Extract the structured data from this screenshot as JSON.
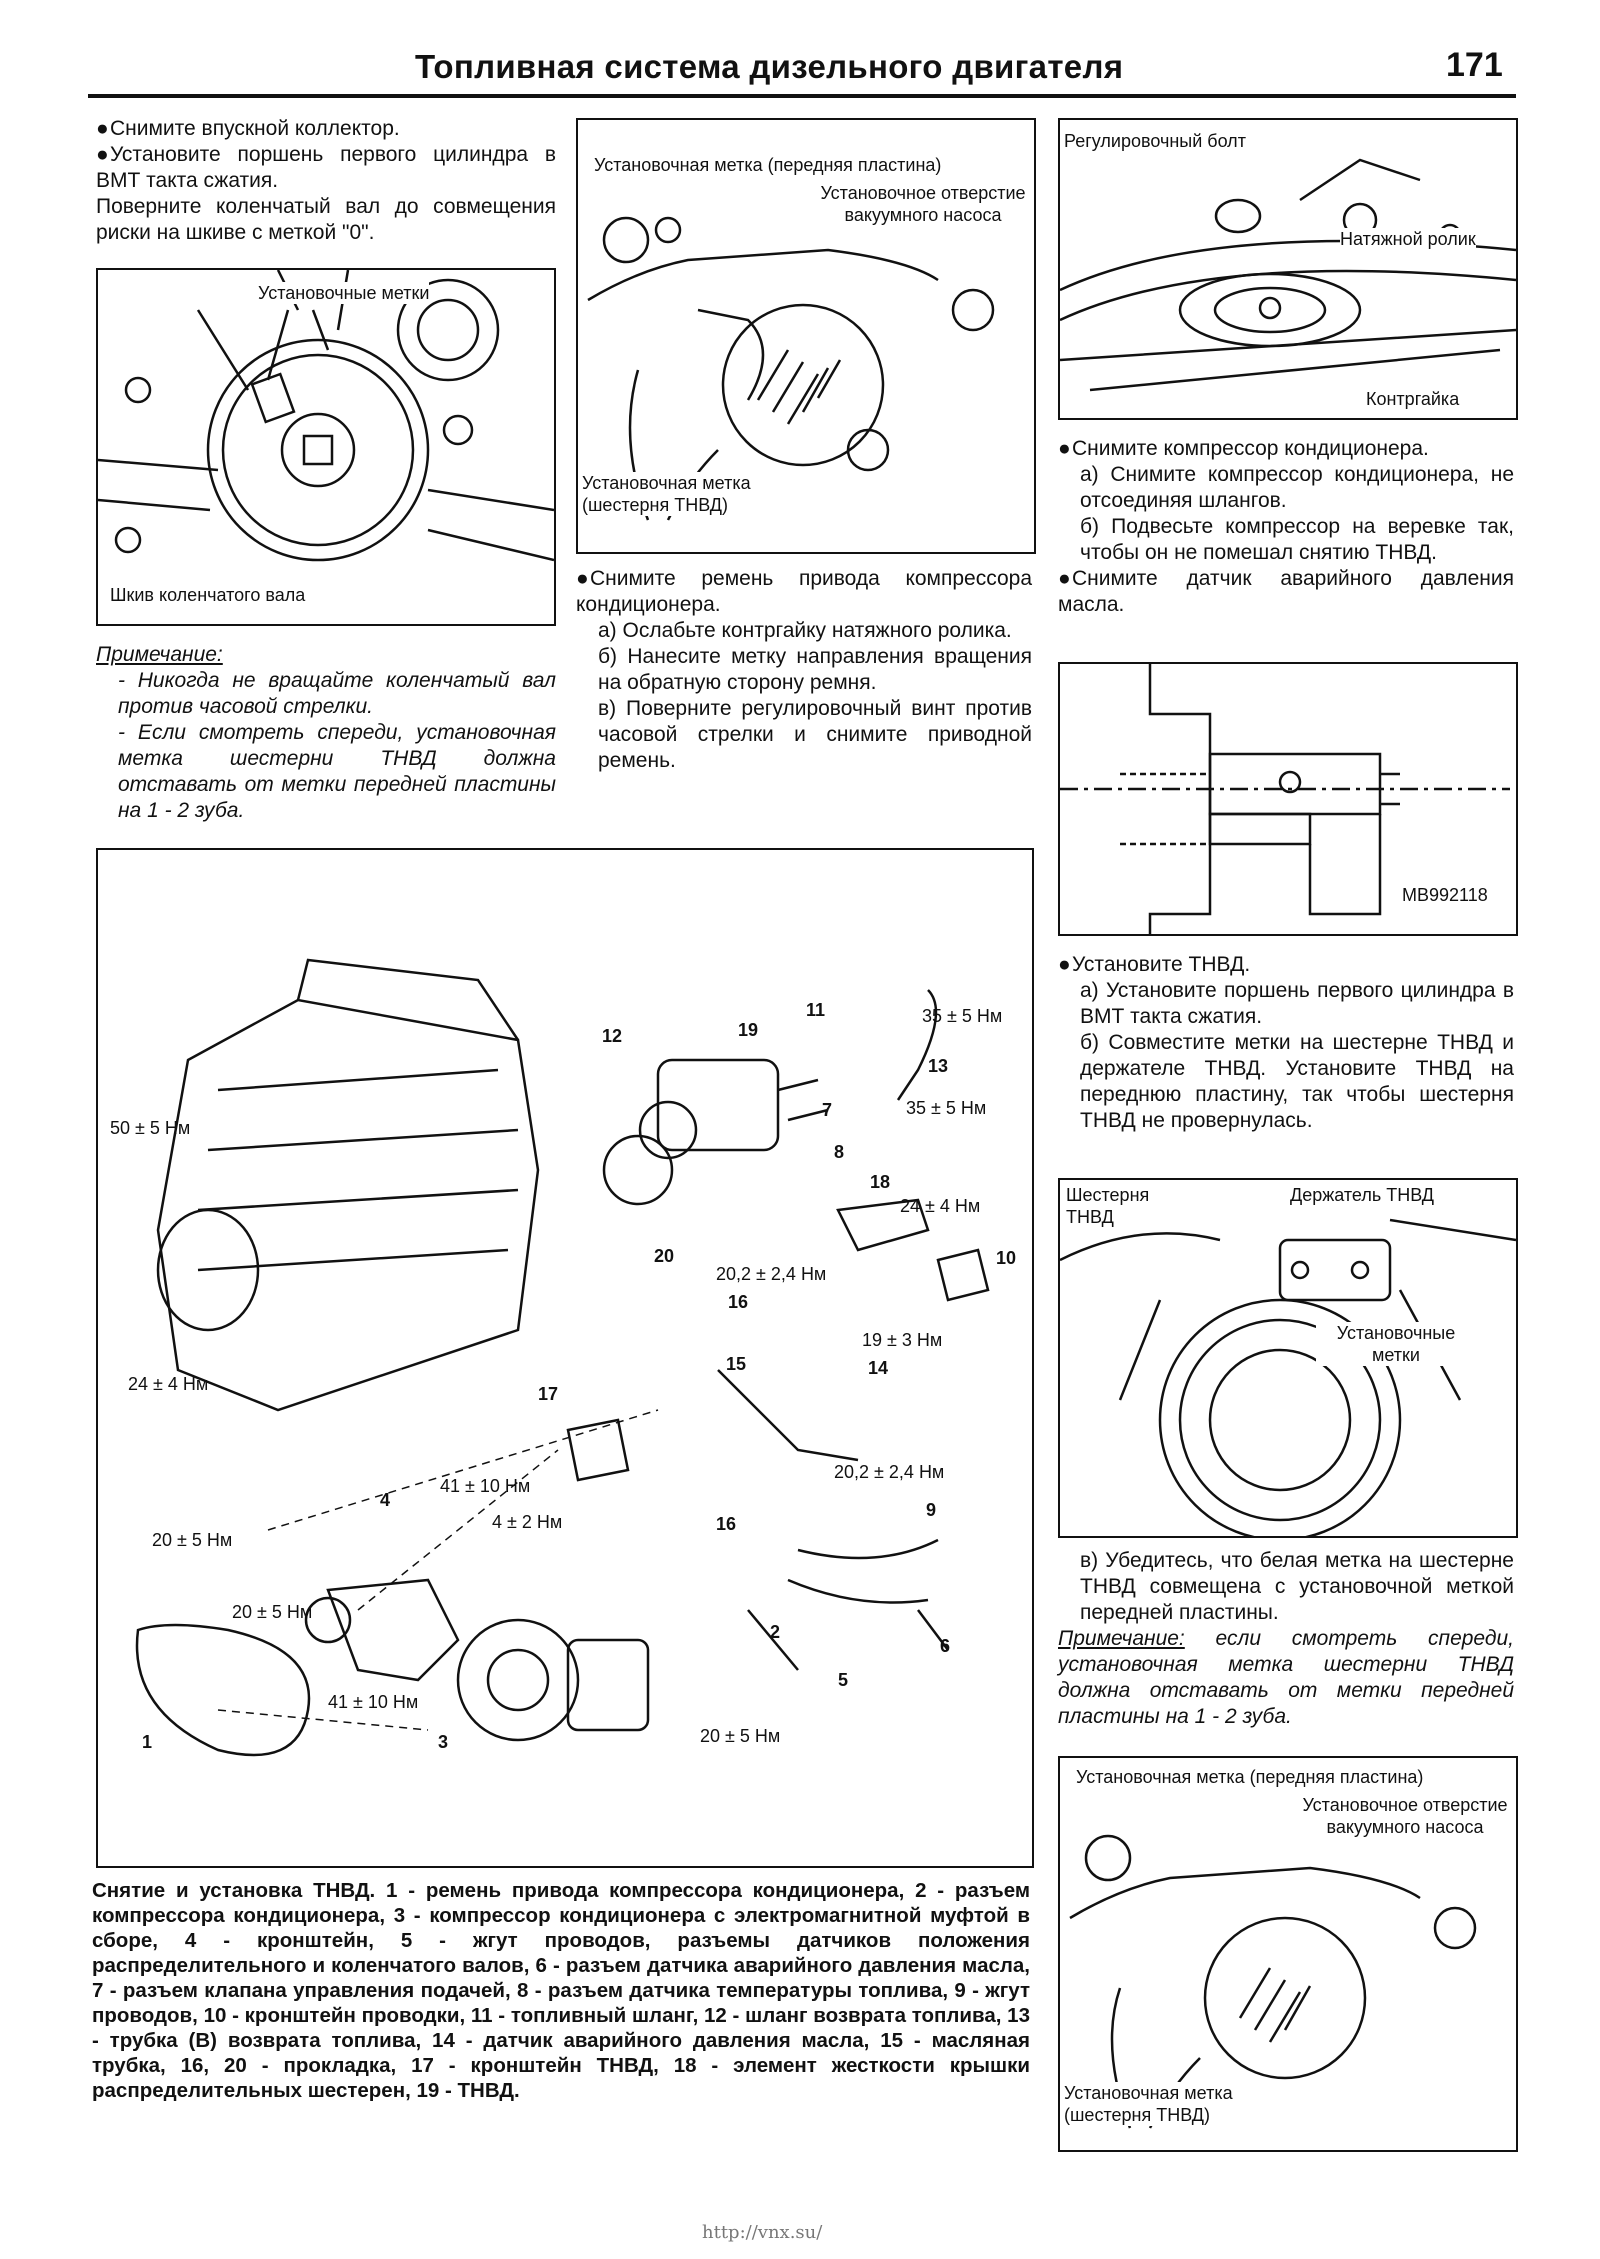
{
  "header": {
    "title": "Топливная система дизельного двигателя",
    "page": "171"
  },
  "col1": {
    "b1": "Снимите впускной коллектор.",
    "b2": "Установите поршень первого цилиндра в ВМТ такта сжатия.",
    "p1": "Поверните коленчатый вал до совмещения риски на шкиве с меткой \"0\".",
    "fig1": {
      "l1": "Установочные метки",
      "l2": "Шкив коленчатого вала"
    },
    "note_head": "Примечание:",
    "note1": "- Никогда не вращайте коленчатый вал против часовой стрелки.",
    "note2": "- Если смотреть спереди, установочная метка шестерни ТНВД должна отставать от метки передней пластины на 1 - 2 зуба."
  },
  "col2": {
    "fig2": {
      "l1": "Установочная метка (передняя пластина)",
      "l2": "Установочное отверстие вакуумного насоса",
      "l3": "Установочная метка (шестерня ТНВД)"
    },
    "b1": "Снимите ремень привода компрессора кондиционера.",
    "a": "а) Ослабьте контргайку натяжного ролика.",
    "b": "б) Нанесите метку направления вращения на обратную сторону ремня.",
    "c": "в) Поверните регулировочный винт против часовой стрелки и снимите приводной ремень."
  },
  "col3": {
    "fig3": {
      "l1": "Регулировочный болт",
      "l2": "Натяжной ролик",
      "l3": "Контргайка"
    },
    "b1": "Снимите компрессор кондиционера.",
    "a": "а) Снимите компрессор кондиционера, не отсоединяя шлангов.",
    "b": "б) Подвесьте компрессор на веревке так, чтобы он не помешал снятию ТНВД.",
    "b2": "Снимите датчик аварийного давления масла.",
    "fig4": {
      "l1": "MB992118"
    },
    "b3": "Установите ТНВД.",
    "a2": "а) Установите поршень первого цилиндра в ВМТ такта сжатия.",
    "b4": "б) Совместите метки на шестерне ТНВД и держателе ТНВД. Установите ТНВД на переднюю пластину, так чтобы шестерня ТНВД не провернулась.",
    "fig5": {
      "l1": "Шестерня ТНВД",
      "l2": "Держатель ТНВД",
      "l3": "Установочные метки"
    },
    "c2": "в) Убедитесь, что белая метка на шестерне ТНВД совмещена с установочной меткой передней пластины.",
    "note_head": "Примечание:",
    "note": " если смотреть спереди, установочная метка шестерни ТНВД должна отставать от метки передней пластины на 1 - 2 зуба.",
    "fig6": {
      "l1": "Установочная метка (передняя пластина)",
      "l2": "Установочное отверстие вакуумного насоса",
      "l3": "Установочная метка (шестерня ТНВД)"
    }
  },
  "main_fig": {
    "torques": [
      "50 ± 5 Нм",
      "24 ± 4 Нм",
      "35 ± 5 Нм",
      "35 ± 5 Нм",
      "24 ± 4 Нм",
      "20,2 ± 2,4 Нм",
      "19 ± 3 Нм",
      "20,2 ± 2,4 Нм",
      "41 ± 10 Нм",
      "4 ± 2 Нм",
      "20 ± 5 Нм",
      "20 ± 5 Нм",
      "41 ± 10 Нм",
      "20 ± 5 Нм"
    ],
    "numbers": [
      "12",
      "19",
      "11",
      "13",
      "7",
      "8",
      "18",
      "10",
      "20",
      "16",
      "15",
      "14",
      "17",
      "16",
      "9",
      "4",
      "1",
      "3",
      "2",
      "5",
      "6"
    ],
    "caption": "Снятие и установка ТНВД. 1 - ремень привода компрессора кондиционера, 2 - разъем компрессора кондиционера, 3 - компрессор кондиционера с электромагнитной муфтой в сборе, 4 - кронштейн, 5 - жгут проводов, разъемы датчиков положения распределительного и коленчатого валов, 6 - разъем датчика аварийного давления масла, 7 - разъем клапана управления подачей, 8 - разъем датчика температуры топлива, 9 - жгут проводов, 10 - кронштейн проводки, 11 - топливный шланг, 12 - шланг возврата топлива, 13 - трубка (B) возврата топлива, 14 - датчик аварийного давления масла, 15 - масляная трубка, 16, 20 - прокладка, 17 - кронштейн ТНВД, 18 - элемент жесткости крышки распределительных шестерен, 19 - ТНВД."
  },
  "footer": "http://vnx.su/"
}
